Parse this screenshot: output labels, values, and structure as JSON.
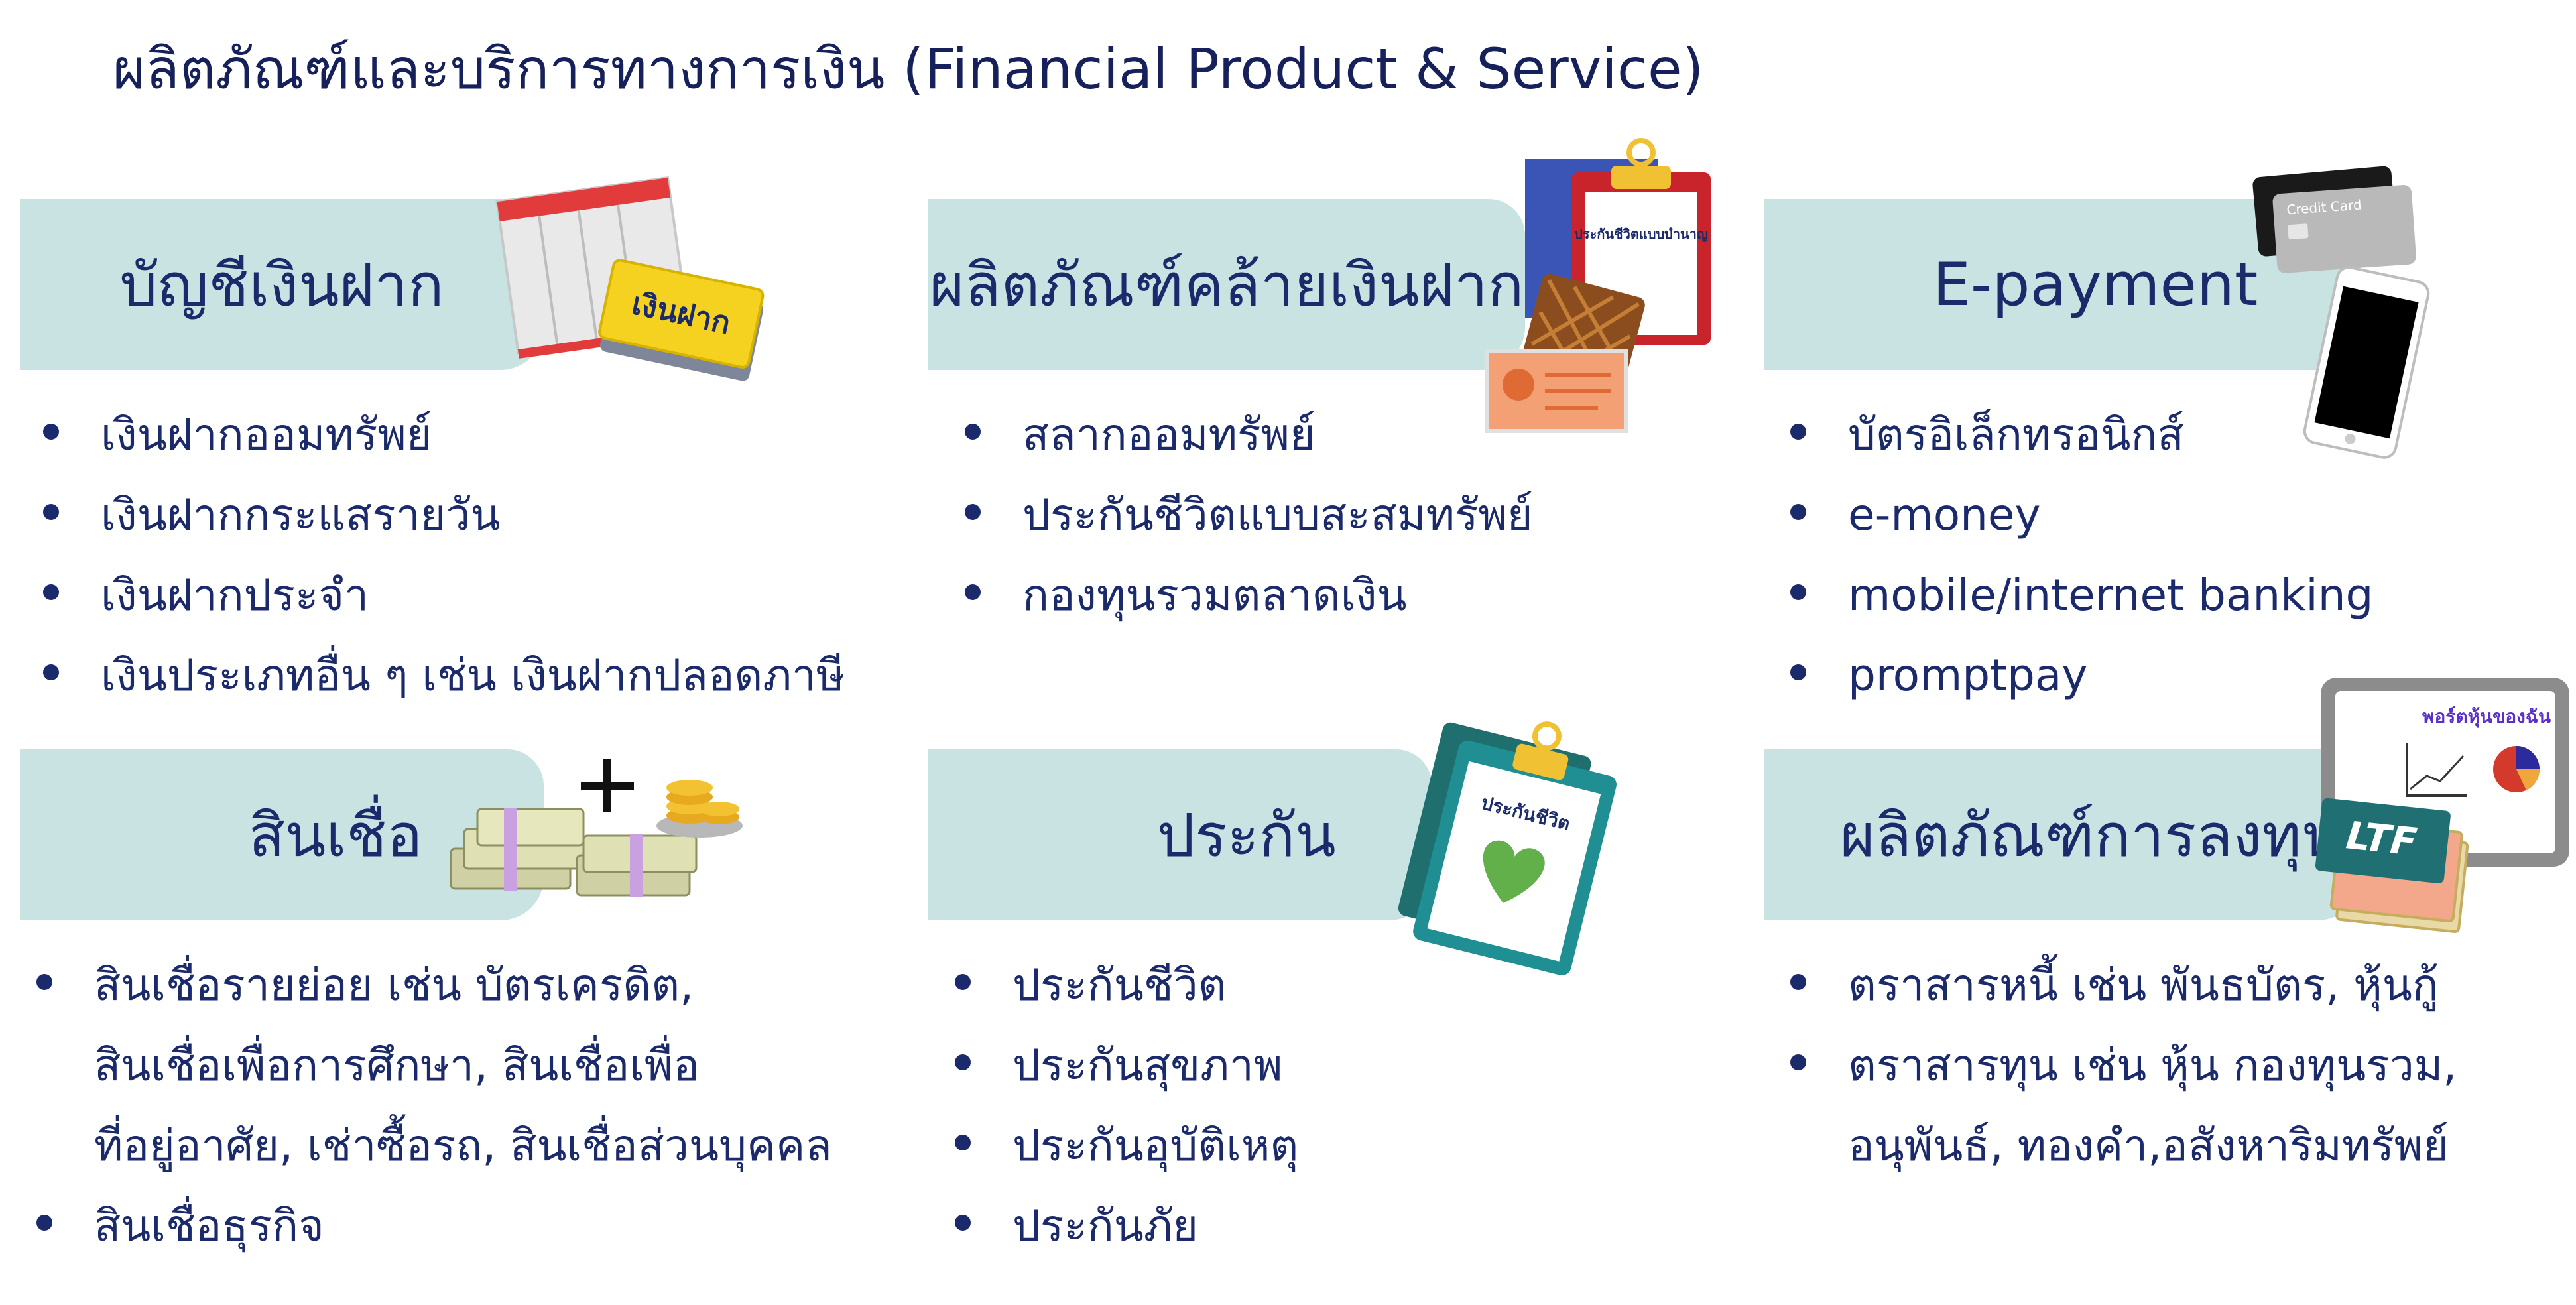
{
  "title": "ผลิตภัณฑ์และบริการทางการเงิน (Financial Product & Service)",
  "colors": {
    "banner": "#c9e3e3",
    "text": "#1b2a6b",
    "title": "#16205a"
  },
  "sections": {
    "deposit": {
      "heading": "บัญชีเงินฝาก",
      "icon_label": "เงินฝาก",
      "items": [
        "เงินฝากออมทรัพย์",
        "เงินฝากกระแสรายวัน",
        "เงินฝากประจำ",
        "เงินประเภทอื่น ๆ เช่น เงินฝากปลอดภาษี"
      ]
    },
    "deposit_like": {
      "heading": "ผลิตภัณฑ์คล้ายเงินฝาก",
      "icon_label": "ประกันชีวิตแบบบำนาญ",
      "items": [
        "สลากออมทรัพย์",
        "ประกันชีวิตแบบสะสมทรัพย์",
        "กองทุนรวมตลาดเงิน"
      ]
    },
    "epayment": {
      "heading": "E-payment",
      "icon_label": "Credit Card",
      "items": [
        "บัตรอิเล็กทรอนิกส์",
        "e-money",
        "mobile/internet banking",
        "promptpay"
      ]
    },
    "credit": {
      "heading": "สินเชื่อ",
      "items": [
        "สินเชื่อรายย่อย เช่น บัตรเครดิต,",
        "สินเชื่อเพื่อการศึกษา, สินเชื่อเพื่อ",
        "ที่อยู่อาศัย, เช่าซื้อรถ, สินเชื่อส่วนบุคคล",
        "สินเชื่อธุรกิจ"
      ]
    },
    "insurance": {
      "heading": "ประกัน",
      "icon_label": "ประกันชีวิต",
      "items": [
        "ประกันชีวิต",
        "ประกันสุขภาพ",
        "ประกันอุบัติเหตุ",
        "ประกันภัย"
      ]
    },
    "investment": {
      "heading": "ผลิตภัณฑ์การลงทุน",
      "icon_label": "พอร์ตหุ้นของฉัน",
      "badge": "LTF",
      "items": [
        "ตราสารหนี้ เช่น พันธบัตร, หุ้นกู้",
        "ตราสารทุน เช่น หุ้น กองทุนรวม,",
        "อนุพันธ์, ทองคำ,อสังหาริมทรัพย์"
      ]
    }
  }
}
